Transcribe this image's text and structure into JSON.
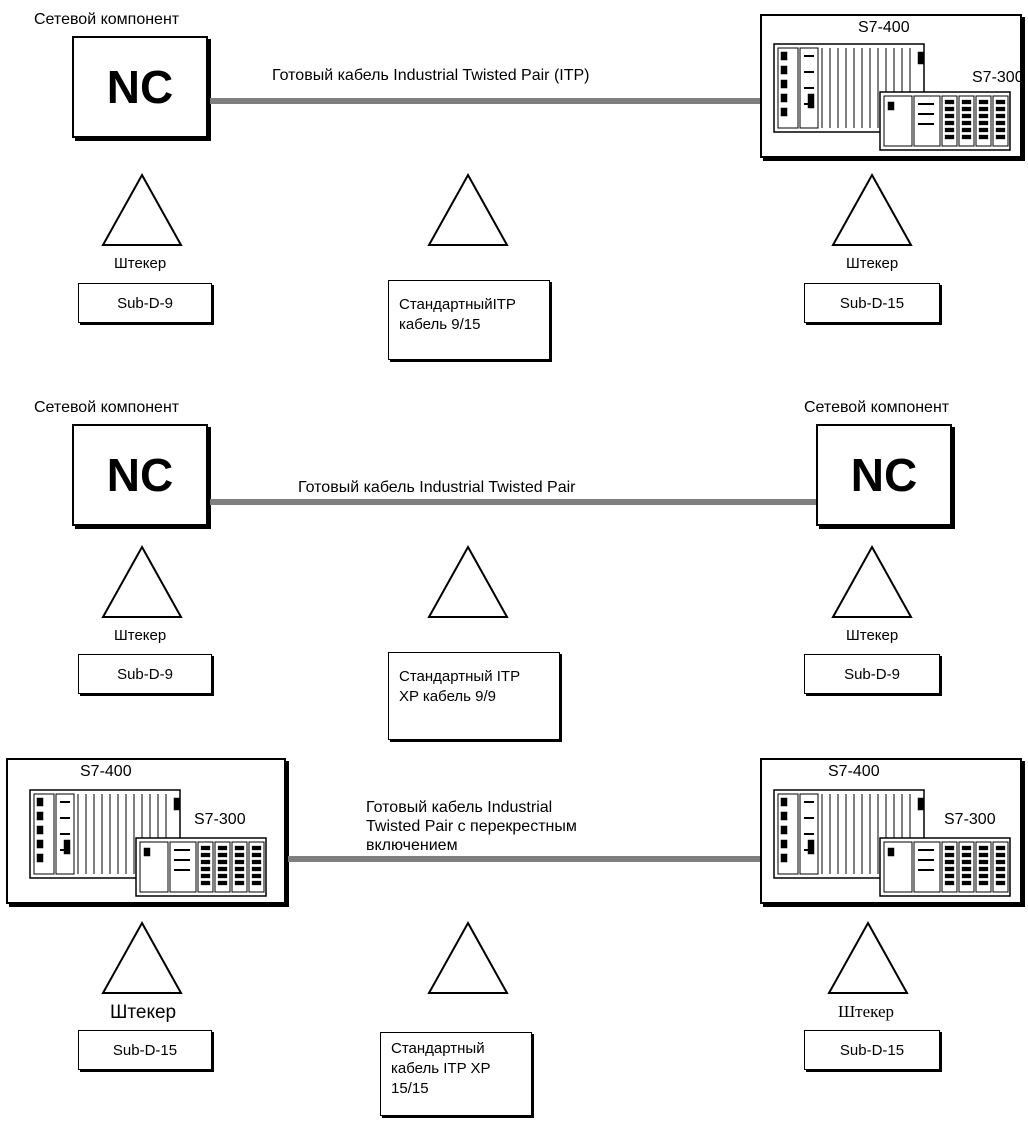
{
  "row1": {
    "left_title": "Сетевой компонент",
    "left_box": "NC",
    "cable_label": "Готовый кабель Industrial Twisted Pair (ITP)",
    "right_s7_400": "S7-400",
    "right_s7_300": "S7-300",
    "left_plug_label": "Штекер",
    "left_connector": "Sub-D-9",
    "cable_type": "СтандартныйITP\nкабель 9/15",
    "right_plug_label": "Штекер",
    "right_connector": "Sub-D-15"
  },
  "row2": {
    "left_title": "Сетевой компонент",
    "left_box": "NC",
    "cable_label": "Готовый кабель Industrial Twisted Pair",
    "right_title": "Сетевой компонент",
    "right_box": "NC",
    "left_plug_label": "Штекер",
    "left_connector": "Sub-D-9",
    "cable_type": "Стандартный ITP\nXP кабель 9/9",
    "right_plug_label": "Штекер",
    "right_connector": "Sub-D-9"
  },
  "row3": {
    "left_s7_400": "S7-400",
    "left_s7_300": "S7-300",
    "cable_label": "Готовый кабель Industrial\nTwisted Pair с перекрестным\nвключением",
    "right_s7_400": "S7-400",
    "right_s7_300": "S7-300",
    "left_plug_label": "Штекер",
    "left_connector": "Sub-D-15",
    "cable_type": "Стандартный\nкабель ITP XP\n15/15",
    "right_plug_label": "Штекер",
    "right_connector": "Sub-D-15"
  },
  "colors": {
    "cable": "#7f7f7f",
    "stroke": "#000000",
    "background": "#ffffff"
  }
}
